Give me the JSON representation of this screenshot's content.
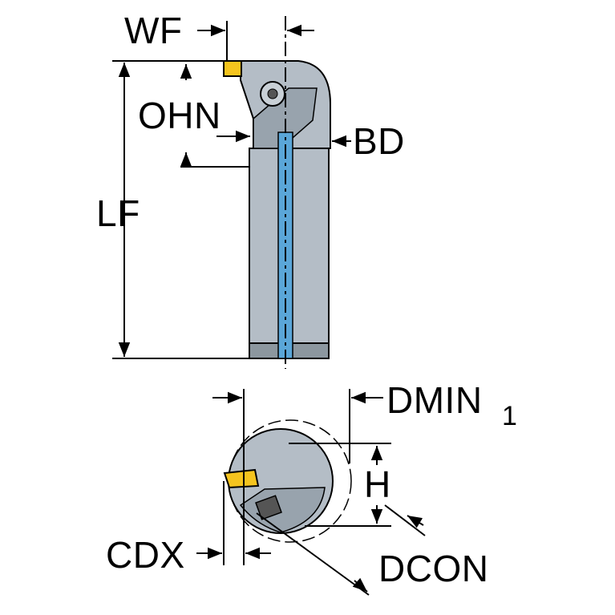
{
  "labels": {
    "wf": "WF",
    "ohn": "OHN",
    "bd": "BD",
    "lf": "LF",
    "dmin": "DMIN",
    "dmin_subscript": "1",
    "h": "H",
    "cdx": "CDX",
    "dcon": "DCON"
  },
  "colors": {
    "insert": "#F5C41E",
    "body_fill": "#B4BDC6",
    "body_dark": "#7F8A94",
    "coolant_blue": "#5AA6D8",
    "outline": "#000000",
    "background": "#FFFFFF"
  }
}
